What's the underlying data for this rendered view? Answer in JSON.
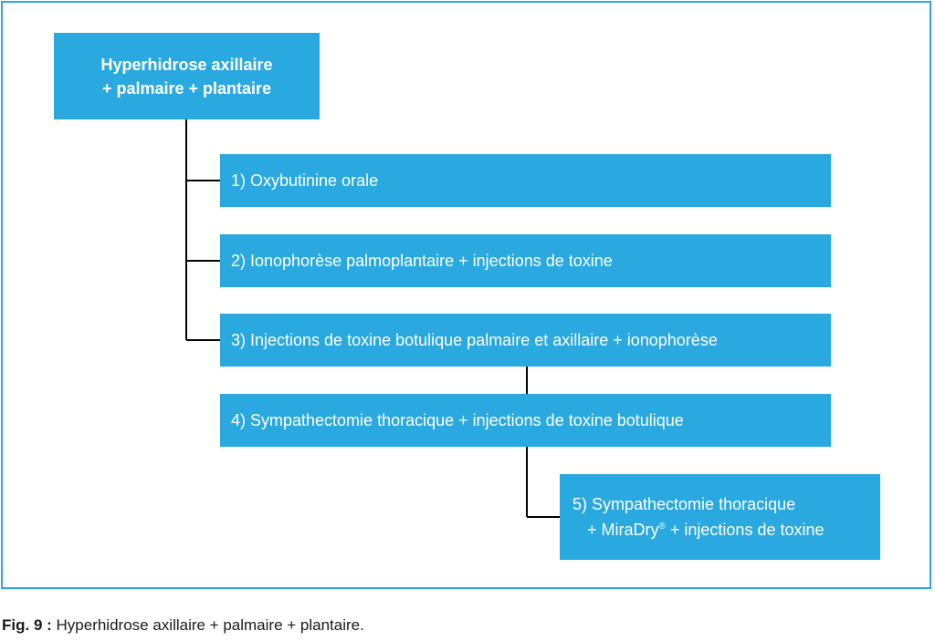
{
  "diagram": {
    "root": {
      "line1": "Hyperhidrose axillaire",
      "line2": "+ palmaire + plantaire"
    },
    "steps": [
      {
        "label": "1) Oxybutinine orale"
      },
      {
        "label": "2) Ionophorèse palmoplantaire + injections de toxine"
      },
      {
        "label": "3) Injections de toxine botulique palmaire et axillaire + ionophorèse"
      },
      {
        "label": "4) Sympathectomie thoracique + injections de toxine botulique"
      },
      {
        "line1": "5) Sympathectomie thoracique",
        "line2_before": "+ MiraDry",
        "line2_sup": "®",
        "line2_after": " + injections de toxine"
      }
    ]
  },
  "caption": {
    "fig_label": "Fig. 9 :",
    "text": " Hyperhidrose axillaire + palmaire + plantaire."
  },
  "colors": {
    "box_fill": "#29a9e0",
    "box_text": "#ffffff",
    "frame_border": "#29a9e0",
    "connector": "#000000"
  }
}
